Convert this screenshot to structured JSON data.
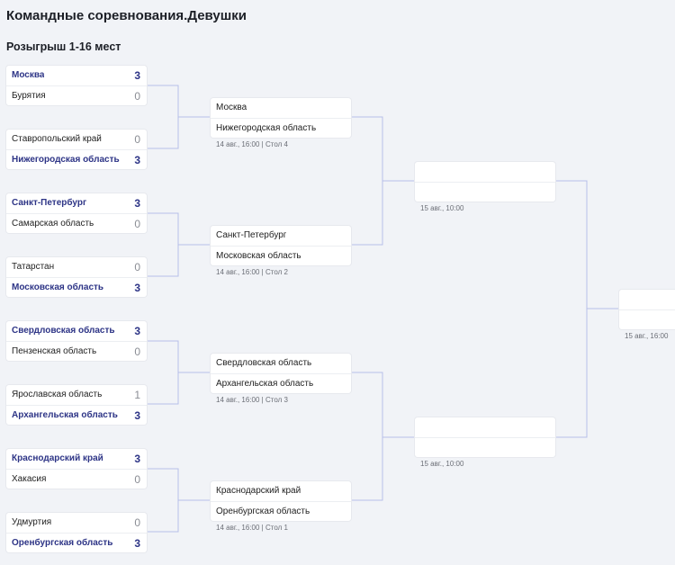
{
  "header": {
    "title": "Командные соревнования.Девушки",
    "subtitle": "Розыгрыш 1-16 мест"
  },
  "round1": [
    {
      "top": {
        "name": "Москва",
        "score": "3",
        "win": true
      },
      "bottom": {
        "name": "Бурятия",
        "score": "0",
        "win": false
      }
    },
    {
      "top": {
        "name": "Ставропольский край",
        "score": "0",
        "win": false
      },
      "bottom": {
        "name": "Нижегородская область",
        "score": "3",
        "win": true
      }
    },
    {
      "top": {
        "name": "Санкт-Петербург",
        "score": "3",
        "win": true
      },
      "bottom": {
        "name": "Самарская область",
        "score": "0",
        "win": false
      }
    },
    {
      "top": {
        "name": "Татарстан",
        "score": "0",
        "win": false
      },
      "bottom": {
        "name": "Московская область",
        "score": "3",
        "win": true
      }
    },
    {
      "top": {
        "name": "Свердловская область",
        "score": "3",
        "win": true
      },
      "bottom": {
        "name": "Пензенская область",
        "score": "0",
        "win": false
      }
    },
    {
      "top": {
        "name": "Ярославская область",
        "score": "1",
        "win": false
      },
      "bottom": {
        "name": "Архангельская область",
        "score": "3",
        "win": true
      }
    },
    {
      "top": {
        "name": "Краснодарский край",
        "score": "3",
        "win": true
      },
      "bottom": {
        "name": "Хакасия",
        "score": "0",
        "win": false
      }
    },
    {
      "top": {
        "name": "Удмуртия",
        "score": "0",
        "win": false
      },
      "bottom": {
        "name": "Оренбургская область",
        "score": "3",
        "win": true
      }
    }
  ],
  "round2": [
    {
      "top": "Москва",
      "bottom": "Нижегородская область",
      "info": "14 авг., 16:00 | Стол 4"
    },
    {
      "top": "Санкт-Петербург",
      "bottom": "Московская область",
      "info": "14 авг., 16:00 | Стол 2"
    },
    {
      "top": "Свердловская область",
      "bottom": "Архангельская область",
      "info": "14 авг., 16:00 | Стол 3"
    },
    {
      "top": "Краснодарский край",
      "bottom": "Оренбургская область",
      "info": "14 авг., 16:00 | Стол 1"
    }
  ],
  "round3": [
    {
      "top": "",
      "bottom": "",
      "info": "15 авг., 10:00"
    },
    {
      "top": "",
      "bottom": "",
      "info": "15 авг., 10:00"
    }
  ],
  "final": {
    "top": "",
    "bottom": "",
    "info": "15 авг., 16:00"
  },
  "colors": {
    "winner": "#2d3486",
    "connector": "#b6bfe8",
    "background": "#f1f3f7"
  }
}
